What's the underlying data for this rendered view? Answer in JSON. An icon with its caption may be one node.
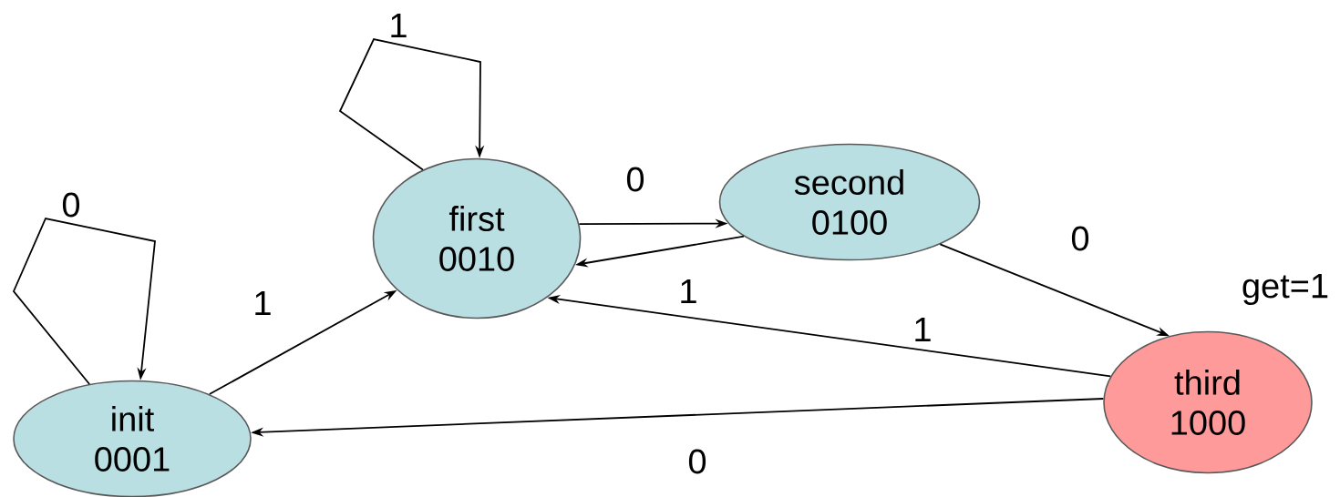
{
  "diagram": {
    "nodes": [
      {
        "text": [
          "init",
          "0001"
        ]
      },
      {
        "text": [
          "first",
          "0010"
        ]
      },
      {
        "text": [
          "second",
          "0100"
        ]
      },
      {
        "text": [
          "third",
          "1000"
        ],
        "beside": [
          "get=1"
        ]
      }
    ],
    "edges": [
      {
        "from": 0,
        "to": 0,
        "arrow": "to",
        "label": "0"
      },
      {
        "from": 0,
        "to": 1,
        "arrow": "to",
        "label": "1"
      },
      {
        "from": 1,
        "to": 1,
        "arrow": "to",
        "label": "1"
      },
      {
        "from": 1,
        "to": 2,
        "arrow": "to",
        "label": "0"
      },
      {
        "from": 2,
        "to": 1,
        "arrow": "to",
        "label": "1"
      },
      {
        "from": 2,
        "to": 3,
        "arrow": "to",
        "label": "0"
      },
      {
        "from": 3,
        "to": 1,
        "arrow": "to",
        "label": "1"
      },
      {
        "from": 3,
        "to": 0,
        "arrow": "to",
        "label": "0"
      }
    ]
  }
}
